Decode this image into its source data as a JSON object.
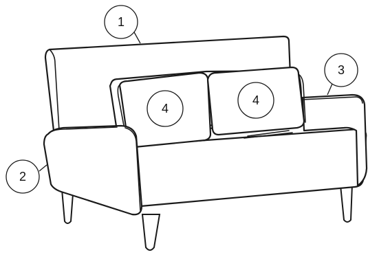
{
  "callouts": {
    "backrest": "1",
    "left_armrest": "2",
    "right_armrest": "3",
    "cushion_left": "4",
    "cushion_right": "4"
  }
}
